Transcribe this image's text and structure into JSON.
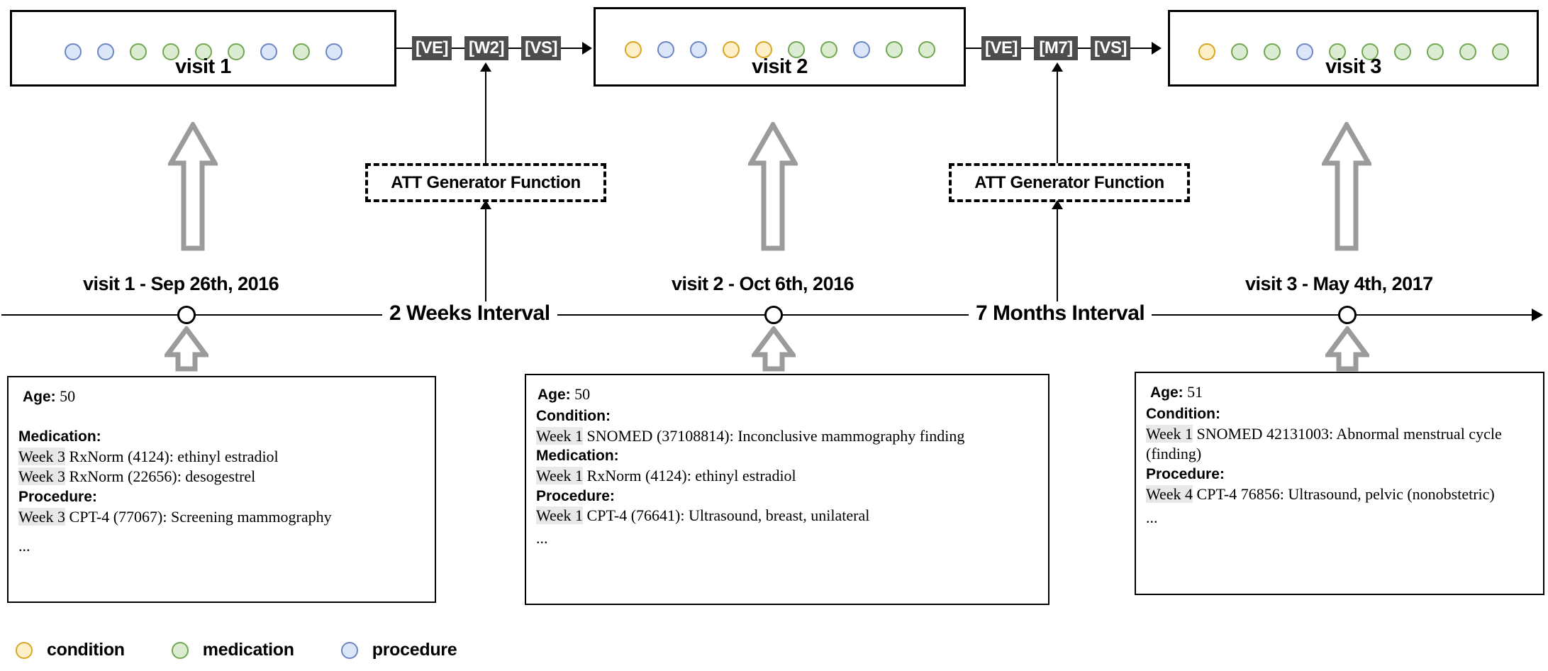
{
  "visits": [
    {
      "id": "visit-1",
      "title": "visit 1",
      "dots": [
        "procedure",
        "procedure",
        "medication",
        "medication",
        "medication",
        "medication",
        "procedure",
        "medication",
        "procedure"
      ]
    },
    {
      "id": "visit-2",
      "title": "visit 2",
      "dots": [
        "condition",
        "procedure",
        "procedure",
        "condition",
        "condition",
        "medication",
        "medication",
        "procedure",
        "medication",
        "medication"
      ]
    },
    {
      "id": "visit-3",
      "title": "visit 3",
      "dots": [
        "condition",
        "medication",
        "medication",
        "procedure",
        "medication",
        "medication",
        "medication",
        "medication",
        "medication",
        "medication"
      ]
    }
  ],
  "token_groups": [
    {
      "id": "group-1",
      "tokens": [
        "[VE]",
        "[W2]",
        "[VS]"
      ]
    },
    {
      "id": "group-2",
      "tokens": [
        "[VE]",
        "[M7]",
        "[VS]"
      ]
    }
  ],
  "att_boxes": [
    {
      "id": "att-1",
      "label": "ATT Generator Function"
    },
    {
      "id": "att-2",
      "label": "ATT Generator Function"
    }
  ],
  "timeline": {
    "nodes": [
      {
        "id": "node-1",
        "label": "visit 1 - Sep 26th, 2016"
      },
      {
        "id": "node-2",
        "label": "visit 2 - Oct 6th, 2016"
      },
      {
        "id": "node-3",
        "label": "visit 3 - May 4th, 2017"
      }
    ],
    "intervals": [
      {
        "id": "interval-1",
        "label": "2 Weeks Interval"
      },
      {
        "id": "interval-2",
        "label": "7 Months Interval"
      }
    ]
  },
  "records": [
    {
      "id": "record-1",
      "age_label": "Age:",
      "age_value": "50",
      "sections": [
        {
          "heading": "Medication:",
          "entries": [
            {
              "week": "Week 3",
              "text": " RxNorm (4124): ethinyl estradiol"
            },
            {
              "week": "Week 3",
              "text": " RxNorm (22656):  desogestrel"
            }
          ]
        },
        {
          "heading": "Procedure:",
          "entries": [
            {
              "week": "Week 3",
              "text": " CPT-4 (77067): Screening mammography"
            }
          ]
        }
      ],
      "ellipsis": "..."
    },
    {
      "id": "record-2",
      "age_label": "Age:",
      "age_value": "50",
      "sections": [
        {
          "heading": "Condition:",
          "entries": [
            {
              "week": "Week 1",
              "text": " SNOMED (37108814): Inconclusive mammography finding"
            }
          ]
        },
        {
          "heading": "Medication:",
          "entries": [
            {
              "week": "Week 1",
              "text": " RxNorm (4124): ethinyl estradiol"
            }
          ]
        },
        {
          "heading": "Procedure:",
          "entries": [
            {
              "week": "Week 1",
              "text": " CPT-4 (76641): Ultrasound, breast, unilateral"
            }
          ]
        }
      ],
      "ellipsis": "..."
    },
    {
      "id": "record-3",
      "age_label": "Age:",
      "age_value": "51",
      "sections": [
        {
          "heading": "Condition:",
          "entries": [
            {
              "week": "Week 1",
              "text": " SNOMED 42131003: Abnormal menstrual cycle (finding)"
            }
          ]
        },
        {
          "heading": "Procedure:",
          "entries": [
            {
              "week": "Week 4",
              "text": " CPT-4 76856: Ultrasound, pelvic (nonobstetric)"
            }
          ]
        }
      ],
      "ellipsis": "..."
    }
  ],
  "legend": [
    {
      "id": "legend-condition",
      "label": "condition",
      "kind": "condition",
      "color": "#fdf0c9",
      "border": "#d9a520"
    },
    {
      "id": "legend-medication",
      "label": "medication",
      "kind": "medication",
      "color": "#dbecd2",
      "border": "#70a751"
    },
    {
      "id": "legend-procedure",
      "label": "procedure",
      "kind": "procedure",
      "color": "#dbe6f8",
      "border": "#6b86c4"
    }
  ]
}
